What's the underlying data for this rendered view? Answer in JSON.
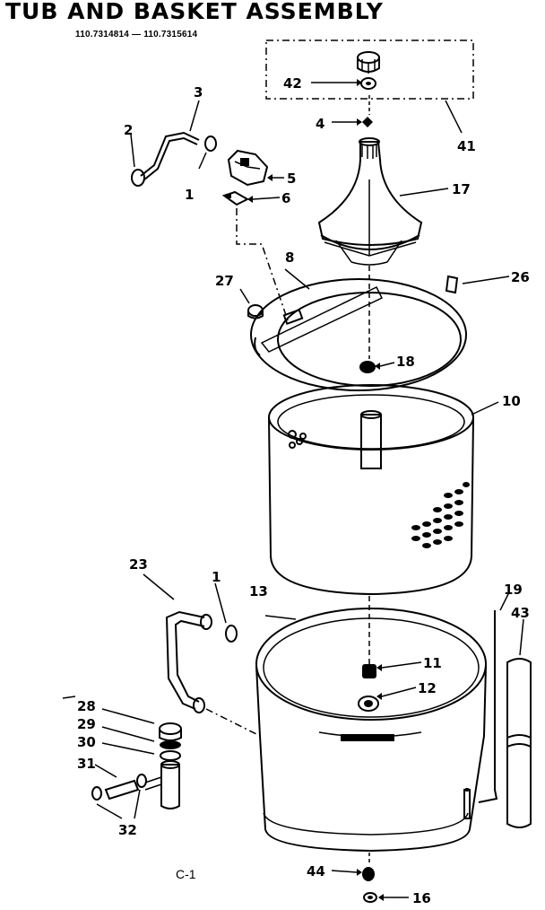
{
  "header": {
    "title": "TUB AND BASKET ASSEMBLY",
    "models": "110.7314814 — 110.7315614"
  },
  "figure_label": "C-1",
  "callouts": {
    "c1a": "1",
    "c1b": "1",
    "c2": "2",
    "c3": "3",
    "c4": "4",
    "c5": "5",
    "c6": "6",
    "c8": "8",
    "c10": "10",
    "c11": "11",
    "c12": "12",
    "c13": "13",
    "c16": "16",
    "c17": "17",
    "c18": "18",
    "c19": "19",
    "c23": "23",
    "c26": "26",
    "c27": "27",
    "c28": "28",
    "c29": "29",
    "c30": "30",
    "c31": "31",
    "c32": "32",
    "c41": "41",
    "c42": "42",
    "c43": "43",
    "c44": "44"
  }
}
